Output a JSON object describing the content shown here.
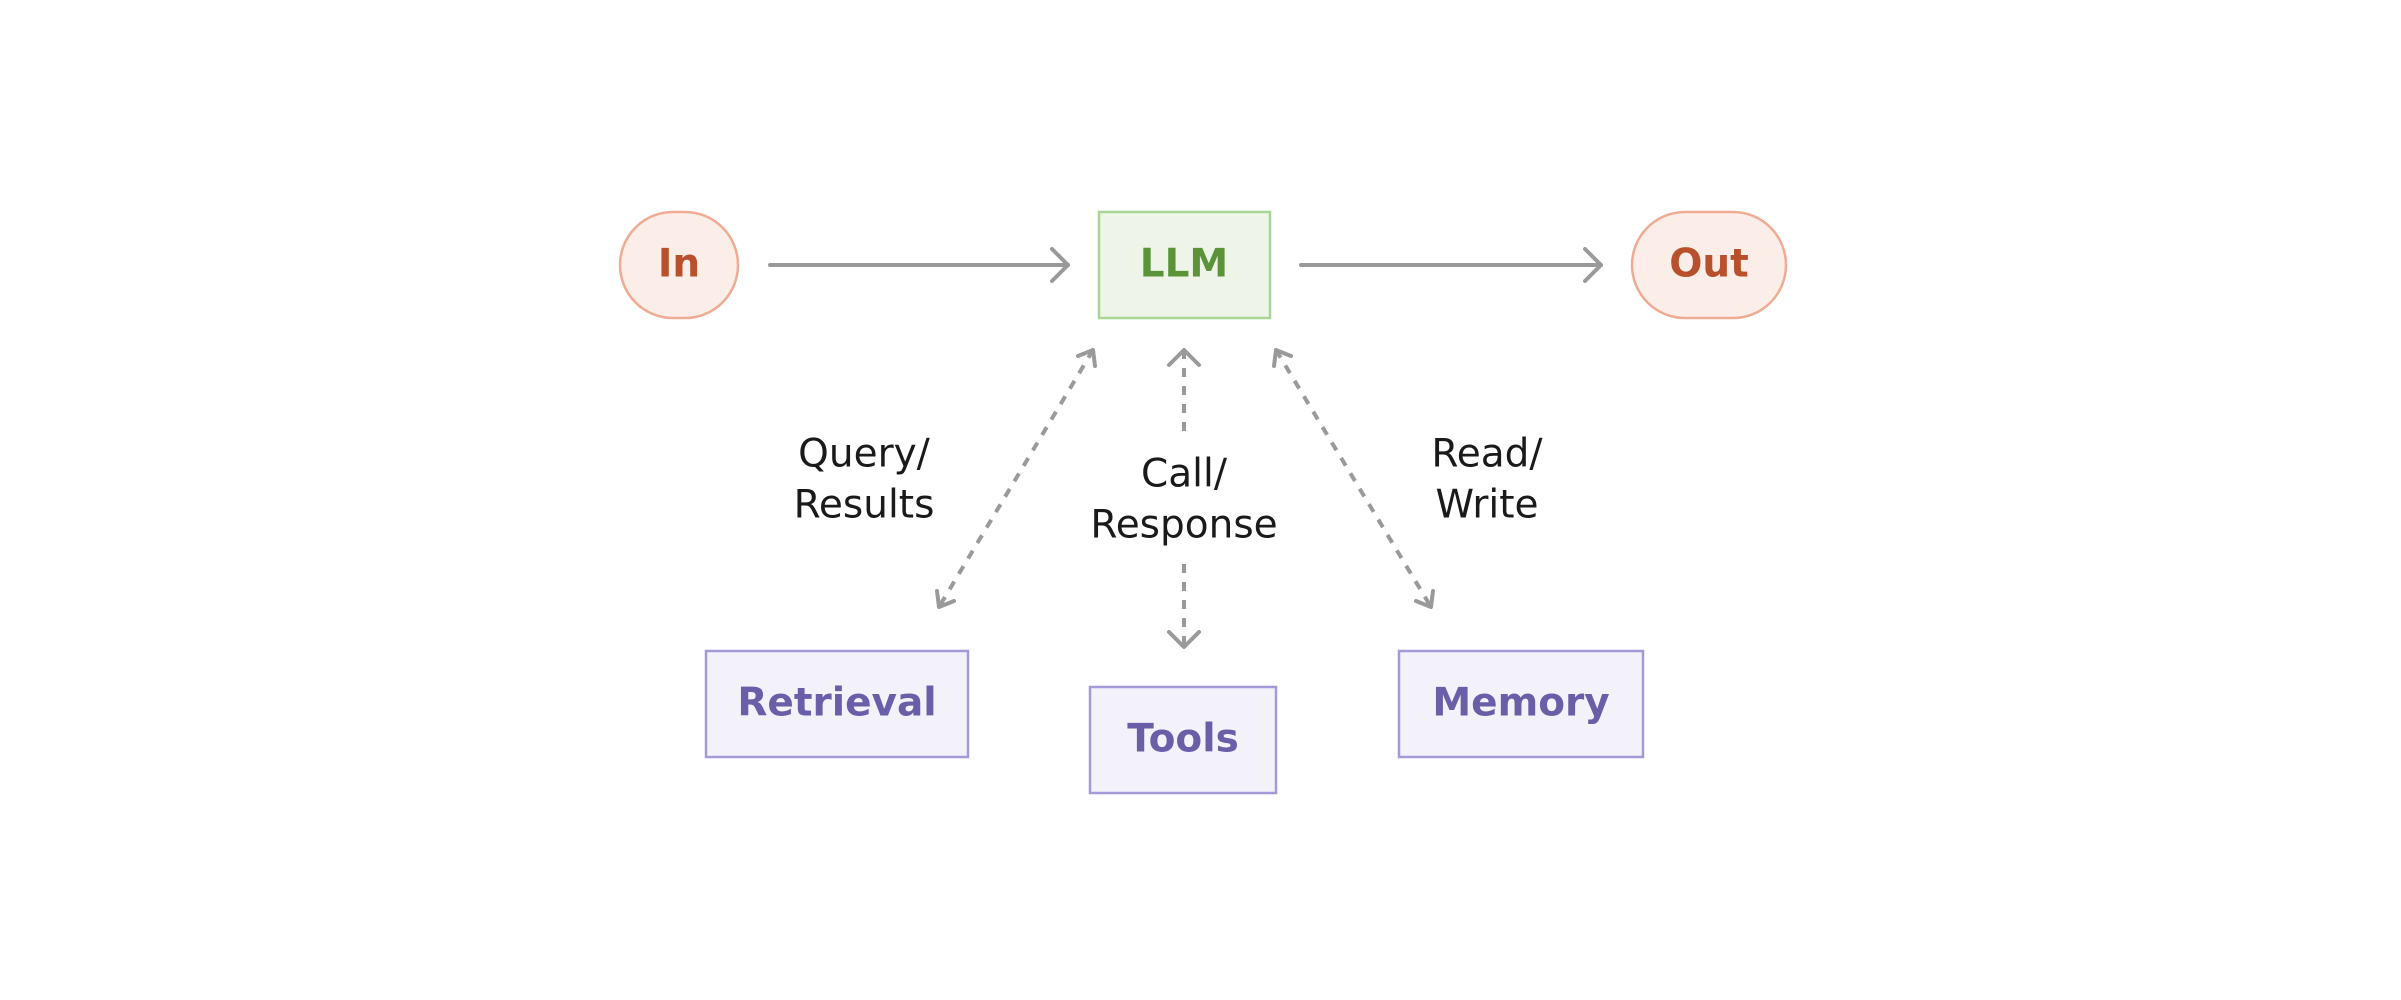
{
  "nodes": {
    "input": {
      "label": "In"
    },
    "llm": {
      "label": "LLM"
    },
    "output": {
      "label": "Out"
    },
    "retrieval": {
      "label": "Retrieval"
    },
    "tools": {
      "label": "Tools"
    },
    "memory": {
      "label": "Memory"
    }
  },
  "edges": {
    "retrieval": {
      "label_line1": "Query/",
      "label_line2": "Results"
    },
    "tools": {
      "label_line1": "Call/",
      "label_line2": "Response"
    },
    "memory": {
      "label_line1": "Read/",
      "label_line2": "Write"
    }
  },
  "colors": {
    "io_fill": "#fbeee9",
    "io_stroke": "#eeac94",
    "io_text": "#b8502c",
    "llm_fill": "#eef5e8",
    "llm_stroke": "#a9d694",
    "llm_text": "#5b9338",
    "aug_fill": "#f3f1fa",
    "aug_stroke": "#a59ad8",
    "aug_text": "#6a5ea8",
    "arrow": "#9a9a9a"
  }
}
